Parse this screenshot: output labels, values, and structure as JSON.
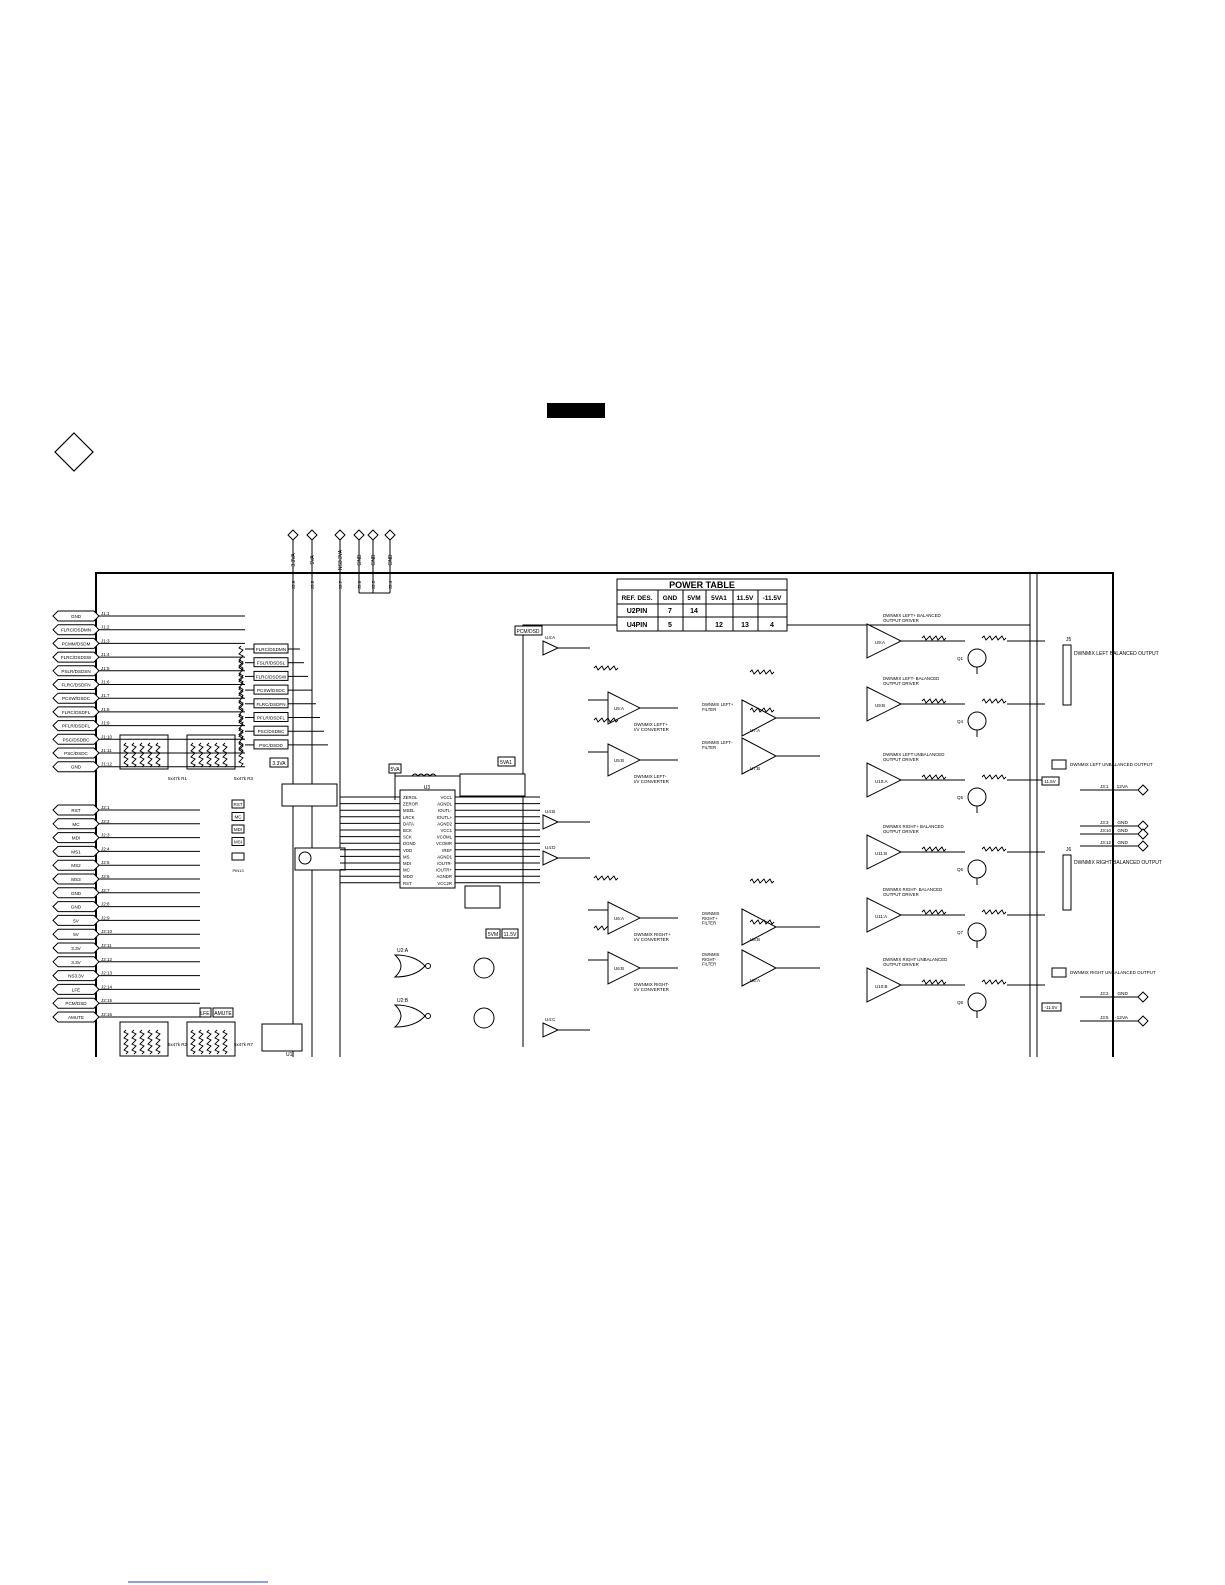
{
  "header_bar": "",
  "power_table": {
    "title": "POWER TABLE",
    "columns": [
      "REF. DES.",
      "GND",
      "5VM",
      "5VA1",
      "11.5V",
      "-11.5V"
    ],
    "rows": [
      [
        "U2PIN",
        "7",
        "14",
        "",
        "",
        ""
      ],
      [
        "U4PIN",
        "5",
        "",
        "12",
        "13",
        "4"
      ]
    ]
  },
  "top_ports": [
    "3.3VA",
    "5VA",
    "NS3.3VA",
    "GND",
    "GND",
    "GND"
  ],
  "top_port_pins": [
    "J3:9",
    "J3:8",
    "J3:7",
    "J3:6",
    "J3:5",
    "J3:4"
  ],
  "connector_j1": {
    "signals": [
      "GND",
      "FLRC/DSDMN",
      "PCMM/DSDM",
      "FLRC/DSDSW",
      "PSLR/DSDSN",
      "FLRC/DSDFN",
      "PCSW/DSDC",
      "FLRC/DSDFL",
      "PFLR/DSDFL",
      "PSC/DSDBC",
      "PSC/DSDC",
      "GND"
    ],
    "pins": [
      "J1:1",
      "J1:2",
      "J1:3",
      "J1:4",
      "J1:5",
      "J1:6",
      "J1:7",
      "J1:8",
      "J1:9",
      "J1:10",
      "J1:11",
      "J1:12"
    ]
  },
  "connector_j2": {
    "signals": [
      "RST",
      "MC",
      "MDI",
      "MS1",
      "MS2",
      "MS3",
      "GND",
      "GND",
      "5V",
      "5V",
      "3.3V",
      "3.3V",
      "NS3.3V",
      "LFE",
      "PCM/DSD",
      "AMUTE"
    ],
    "pins": [
      "J2:1",
      "J2:2",
      "J2:3",
      "J2:4",
      "J2:5",
      "J2:6",
      "J2:7",
      "J2:8",
      "J2:9",
      "J2:10",
      "J2:11",
      "J2:12",
      "J2:13",
      "J2:14",
      "J2:15",
      "J2:16"
    ]
  },
  "net_labels": [
    "FLRC/DSDMN",
    "FSLR/DSDSL",
    "FLRC/DSDSW",
    "PCSW/DSDC",
    "FLRC/DSDFN",
    "PFLR/DSDFL",
    "PSC/DSDBC",
    "PSC/DSDD"
  ],
  "small_labels": [
    "RST",
    "MC",
    "MDI",
    "MSI"
  ],
  "misc_labels": {
    "pcm_dsd": "PCM/DSD",
    "v33": "3.3VA",
    "v5": "5VA",
    "v5a1": "5VA1",
    "lfe": "LFE",
    "amute": "AMUTE",
    "v5m": "5VM",
    "p115": "11.5V",
    "n115": "-11.5V",
    "buf_u4a": "U4:A",
    "buf_u4b": "U4:B",
    "buf_u4c": "U4:C",
    "buf_u4d": "U4:D",
    "u2a": "U2:A",
    "u2b": "U2:B",
    "u1": "U1",
    "pin13": "PIN13",
    "r1": "5x47k R1",
    "r3": "5x47k R3",
    "r2": "5x47k R2",
    "r7": "5x47k R7"
  },
  "dac": {
    "ref": "U3",
    "left_pins": [
      "ZEROL",
      "ZEROR",
      "MSEL",
      "LRCK",
      "DATA",
      "BCK",
      "SCK",
      "DGND",
      "VDD",
      "MS",
      "MDI",
      "MC",
      "MDO",
      "RST"
    ],
    "right_pins": [
      "VCCL",
      "AGNDL",
      "IOUTL-",
      "IOUTL+",
      "AGND2",
      "VCC1",
      "VCOML",
      "VCOMR",
      "IREF",
      "AGND1",
      "IOUTR-",
      "IOUTR+",
      "AGNDR",
      "VCC2R"
    ]
  },
  "converters": [
    "DWNMIX LEFT+ I/V CONVERTER",
    "DWNMIX LEFT- I/V CONVERTER",
    "DWNMIX RIGHT- I/V CONVERTER",
    "DWNMIX RIGHT+ I/V CONVERTER"
  ],
  "converter_refs": [
    "U5:A",
    "U5:B",
    "U6:B",
    "U6:A"
  ],
  "filters": [
    "DWNMIX LEFT+ FILTER",
    "DWNMIX LEFT- FILTER",
    "DWNMIX RIGHT+ FILTER",
    "DWNMIX RIGHT- FILTER"
  ],
  "filter_refs": [
    "U7:A",
    "U7:B",
    "U8:B",
    "U8:A"
  ],
  "drivers": [
    "DWNMIX LEFT+ BALANCED OUTPUT DRIVER",
    "DWNMIX LEFT- BALANCED OUTPUT DRIVER",
    "DWNMIX LEFT UNBALANCED OUTPUT DRIVER",
    "DWNMIX RIGHT+ BALANCED OUTPUT DRIVER",
    "DWNMIX RIGHT- BALANCED OUTPUT DRIVER",
    "DWNMIX RIGHT UNBALANCED OUTPUT DRIVER"
  ],
  "driver_refs": [
    "U9:A",
    "U9:B",
    "U10:A",
    "U11:B",
    "U11:A",
    "U10:B"
  ],
  "transistors": [
    "Q1",
    "Q4",
    "Q5",
    "Q6",
    "Q7",
    "Q8"
  ],
  "outputs": {
    "j5_ref": "J5",
    "left_balanced": "DWNMIX LEFT BALANCED OUTPUT",
    "left_unbalanced": "DWNMIX LEFT UNBALANCED OUTPUT",
    "j6_ref": "J6",
    "right_balanced": "DWNMIX RIGHT BALANCED OUTPUT",
    "right_unbalanced": "DWNMIX RIGHT UNBALANCED OUTPUT",
    "tag_plus": "11.5V",
    "tag_minus": "-11.5V"
  },
  "right_ports": [
    "12VA",
    "GND",
    "GND",
    "GND",
    "GND",
    "-12VA"
  ],
  "right_port_pins": [
    "J3:1",
    "J3:3",
    "J3:10",
    "J3:12",
    "J3:2",
    "J3:5"
  ]
}
